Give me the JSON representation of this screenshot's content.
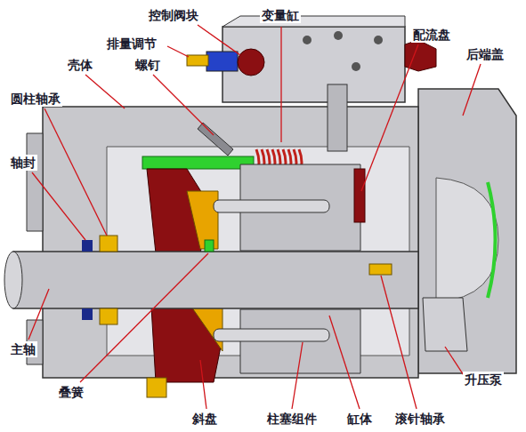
{
  "diagram": {
    "labels": [
      "控制阀块",
      "变量缸",
      "排量调节",
      "螺钉",
      "配流盘",
      "后端盖",
      "壳体",
      "圆柱轴承",
      "轴封",
      "主轴",
      "叠簧",
      "斜盘",
      "柱塞组件",
      "缸体",
      "滚针轴承",
      "升压泵"
    ]
  }
}
